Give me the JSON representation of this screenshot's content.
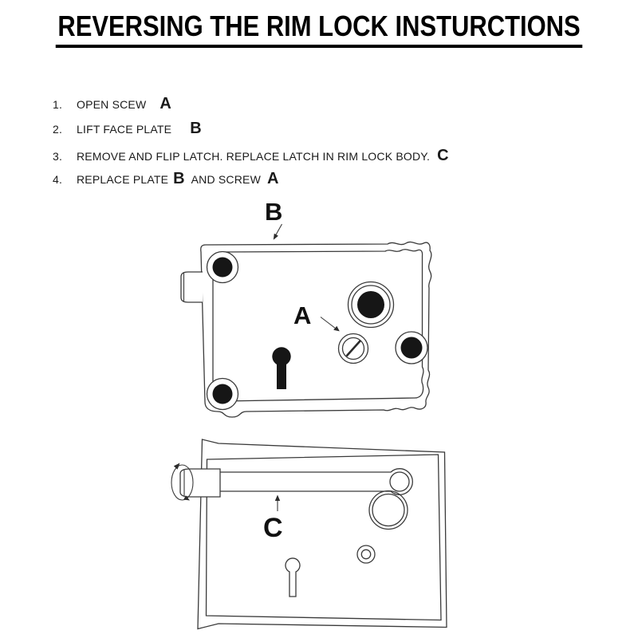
{
  "title": "REVERSING THE RIM LOCK INSTURCTIONS",
  "instructions": [
    {
      "marker": "1.",
      "text": "OPEN SCEW",
      "label": "A"
    },
    {
      "marker": "2.",
      "text": "LIFT FACE PLATE",
      "label": "B"
    },
    {
      "marker": "3.",
      "text": "REMOVE AND FLIP LATCH. REPLACE LATCH IN RIM LOCK BODY.",
      "label": "C"
    },
    {
      "marker": "4.",
      "text": "REPLACE PLATE",
      "label": "B",
      "text2": "AND SCREW",
      "label2": "A"
    }
  ],
  "diagram_labels": {
    "screw": "A",
    "face_plate": "B",
    "latch": "C"
  },
  "colors": {
    "paper": "#ffffff",
    "ink": "#1a1a1a",
    "line": "#3a3a3a"
  }
}
